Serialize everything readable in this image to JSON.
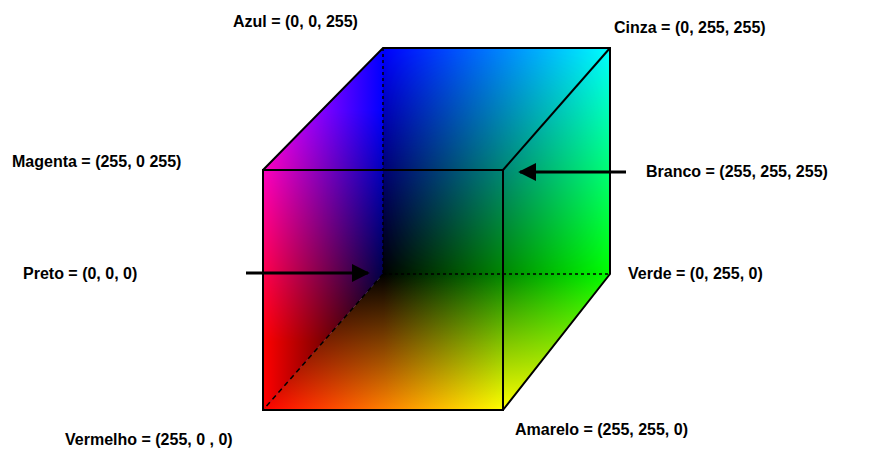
{
  "diagram": {
    "labels": [
      "Azul = (0, 0, 255)",
      "Cinza = (0, 255, 255)",
      "Magenta = (255, 0 255)",
      "Branco = (255, 255, 255)",
      "Preto = (0, 0, 0)",
      "Verde = (0, 255, 0)",
      "Amarelo = (255, 255, 0)",
      "Vermelho = (255, 0 , 0)"
    ]
  }
}
